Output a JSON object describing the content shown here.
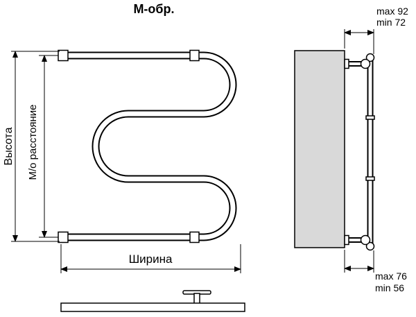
{
  "title": "М-обр.",
  "colors": {
    "line": "#000000",
    "wall_fill": "#d9d9d9",
    "background": "#ffffff"
  },
  "front_view": {
    "height_label": "Высота",
    "axis_distance_label": "М/о расстояние",
    "width_label": "Ширина"
  },
  "side_view": {
    "top_dimension": {
      "max": "max 92",
      "min": "min 72"
    },
    "bottom_dimension": {
      "max": "max 76",
      "min": "min 56"
    }
  }
}
